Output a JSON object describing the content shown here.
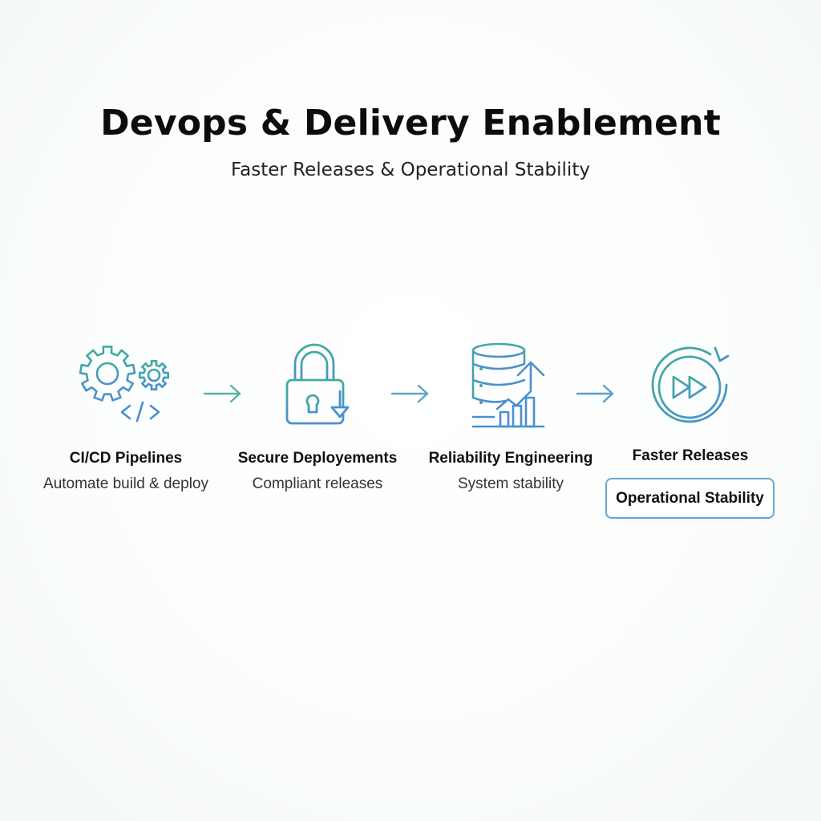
{
  "header": {
    "title": "Devops & Delivery Enablement",
    "subtitle": "Faster Releases & Operational Stability"
  },
  "colors": {
    "teal": "#3fae9c",
    "blue": "#4a8fd0"
  },
  "steps": [
    {
      "icon": "gears-code-icon",
      "label": "CI/CD Pipelines",
      "desc": "Automate build & deploy"
    },
    {
      "icon": "lock-download-icon",
      "label": "Secure Deployements",
      "desc": "Compliant releases"
    },
    {
      "icon": "database-chart-icon",
      "label": "Reliability Engineering",
      "desc": "System stability"
    },
    {
      "icon": "fast-forward-cycle-icon",
      "label": "Faster Releases",
      "badge": "Operational Stability"
    }
  ]
}
